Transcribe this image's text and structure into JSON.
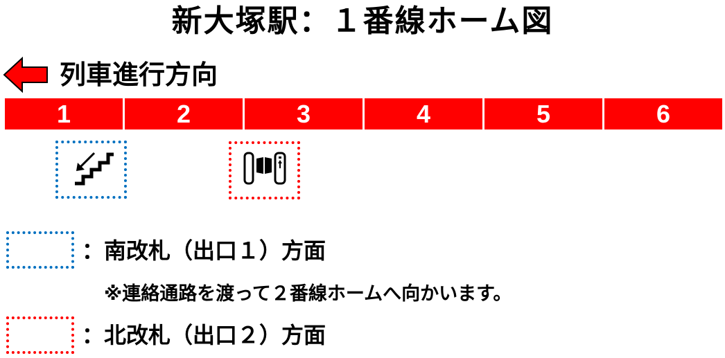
{
  "title": "新大塚駅：１番線ホーム図",
  "direction": {
    "label": "列車進行方向",
    "arrow_icon": "left-arrow-icon",
    "arrow_color": "#ff0000"
  },
  "cars": [
    {
      "number": "1"
    },
    {
      "number": "2"
    },
    {
      "number": "3"
    },
    {
      "number": "4"
    },
    {
      "number": "5"
    },
    {
      "number": "6"
    }
  ],
  "car_color": "#ff0000",
  "facilities": [
    {
      "car": "1",
      "icon": "stairs-down-icon",
      "border_color": "#0070c0",
      "exit": "南改札（出口１）方面"
    },
    {
      "car": "3",
      "icon": "ticket-gate-icon",
      "border_color": "#ff0000",
      "exit": "北改札（出口２）方面"
    }
  ],
  "legend": [
    {
      "color": "#0070c0",
      "label": "：南改札（出口１）方面"
    },
    {
      "color": "#ff0000",
      "label": "：北改札（出口２）方面"
    }
  ],
  "note": "※連絡通路を渡って２番線ホームへ向かいます。"
}
